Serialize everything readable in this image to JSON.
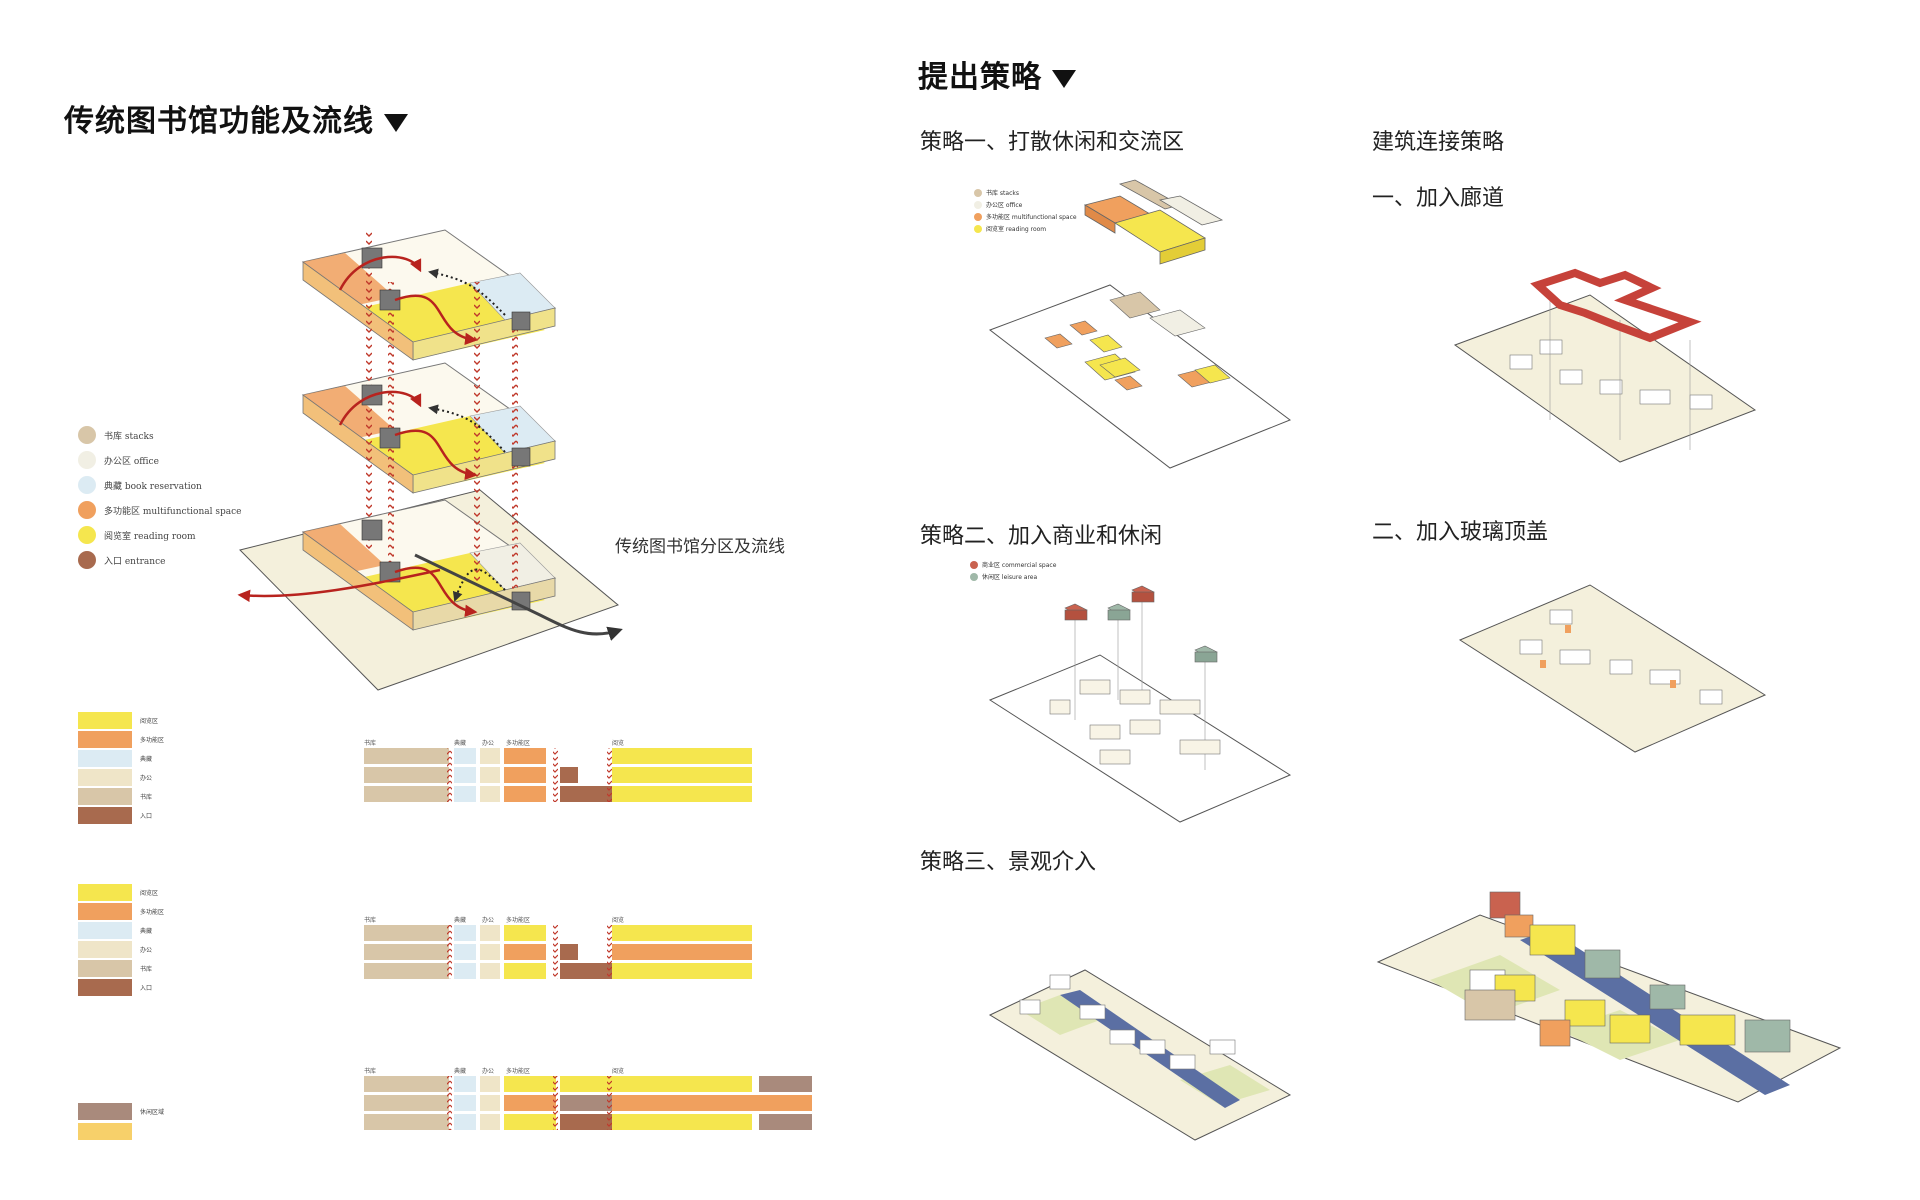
{
  "left": {
    "title": "传统图书馆功能及流线",
    "caption": "传统图书馆分区及流线",
    "legend": [
      {
        "label": "书库 stacks",
        "color": "#d8c6a8"
      },
      {
        "label": "办公区 office",
        "color": "#f1efe4"
      },
      {
        "label": "典藏 book reservation",
        "color": "#dcebf3"
      },
      {
        "label": "多功能区 multifunctional space",
        "color": "#f0a05e"
      },
      {
        "label": "阅览室 reading room",
        "color": "#f5e64e"
      },
      {
        "label": "入口 entrance",
        "color": "#a86a4e"
      }
    ],
    "strip_legend_1": [
      "阅览区",
      "多功能区",
      "典藏",
      "办公",
      "书库",
      "入口"
    ],
    "strip_legend_2": [
      "阅览区",
      "多功能区",
      "典藏",
      "办公",
      "书库",
      "入口"
    ],
    "strip_legend_3": [
      "休闲区域",
      ""
    ],
    "section_labels": [
      "书库",
      "典藏",
      "办公",
      "多功能区",
      "阅览"
    ]
  },
  "right": {
    "title": "提出策略",
    "strategy1": "策略一、打散休闲和交流区",
    "strategy2": "策略二、加入商业和休闲",
    "strategy3": "策略三、景观介入",
    "connect_title": "建筑连接策略",
    "connect1": "一、加入廊道",
    "connect2": "二、加入玻璃顶盖",
    "s1_legend": [
      {
        "label": "书库 stacks",
        "color": "#d8c6a8"
      },
      {
        "label": "办公区 office",
        "color": "#f1efe4"
      },
      {
        "label": "多功能区 multifunctional space",
        "color": "#f0a05e"
      },
      {
        "label": "阅览室 reading room",
        "color": "#f5e64e"
      }
    ],
    "s2_legend": [
      {
        "label": "商业区 commercial space",
        "color": "#c9624f"
      },
      {
        "label": "休闲区 leisure area",
        "color": "#9fb8a8"
      }
    ]
  },
  "colors": {
    "stacks": "#d8c6a8",
    "office": "#f1efe4",
    "reservation": "#dcebf3",
    "multi": "#f0a05e",
    "reading": "#f5e64e",
    "entrance": "#a86a4e",
    "commercial": "#c9624f",
    "leisure": "#9fb8a8",
    "corridor": "#c6423a",
    "flow": "#b8231e",
    "ground": "#f4f0dc",
    "landscape": "#dfe6b4",
    "path": "#5b6fa3"
  }
}
